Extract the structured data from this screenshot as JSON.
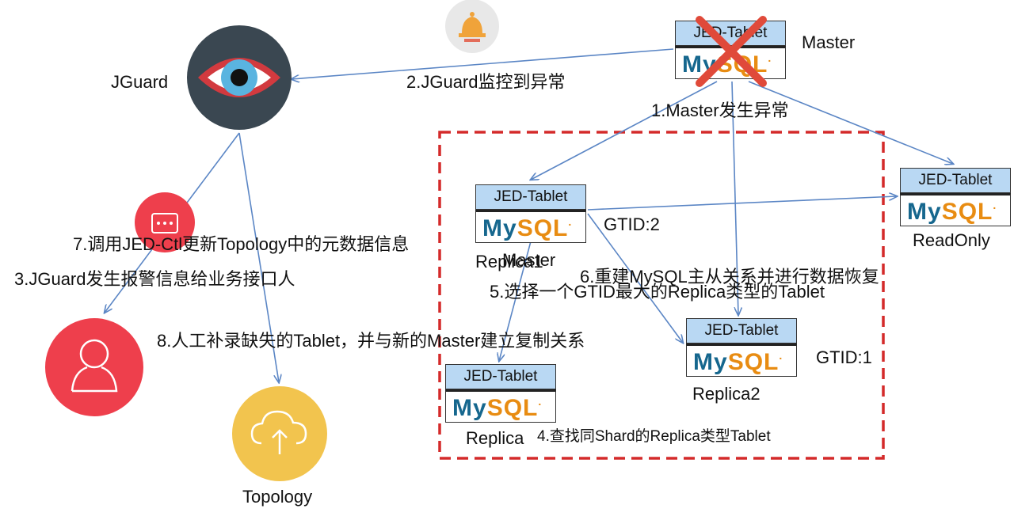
{
  "nodes": {
    "jguard": "JGuard",
    "master": "Master",
    "readonly": "ReadOnly",
    "replica1": "Replica1",
    "replica1_overlap": "Master",
    "replica2": "Replica2",
    "replica": "Replica",
    "topology": "Topology"
  },
  "tablet": {
    "header": "JED-Tablet",
    "mysql_my": "My",
    "mysql_sql": "SQL",
    "mysql_dot": "."
  },
  "steps": {
    "s1": "1.Master发生异常",
    "s2": "2.JGuard监控到异常",
    "s3": "3.JGuard发生报警信息给业务接口人",
    "s4": "4.查找同Shard的Replica类型Tablet",
    "s5": "5.选择一个GTID最大的Replica类型的Tablet",
    "s6": "6.重建MySQL主从关系并进行数据恢复",
    "s7": "7.调用JED-Ctl更新Topology中的元数据信息",
    "s8": "8.人工补录缺失的Tablet，并与新的Master建立复制关系"
  },
  "gtid": {
    "g2": "GTID:2",
    "g1": "GTID:1"
  },
  "colors": {
    "arrow": "#5b86c5",
    "dashed_box": "#d42a2a",
    "failure_x": "#e04a3a",
    "eye_bg": "#3a4751",
    "eye_red": "#d23a3f",
    "eye_iris": "#5ab4e0",
    "alarm_bg": "#e8e8e8",
    "alarm_bell": "#f0a33a",
    "person_bg": "#ee3f4c",
    "message_bg": "#ee3f4c",
    "topology_bg": "#f2c44e",
    "tablet_header": "#b9d8f3",
    "mysql_blue": "#16678e",
    "mysql_orange": "#e88c12"
  },
  "icons": [
    "eye-icon",
    "bell-icon",
    "message-icon",
    "person-icon",
    "cloud-upload-icon",
    "failure-x-icon"
  ]
}
